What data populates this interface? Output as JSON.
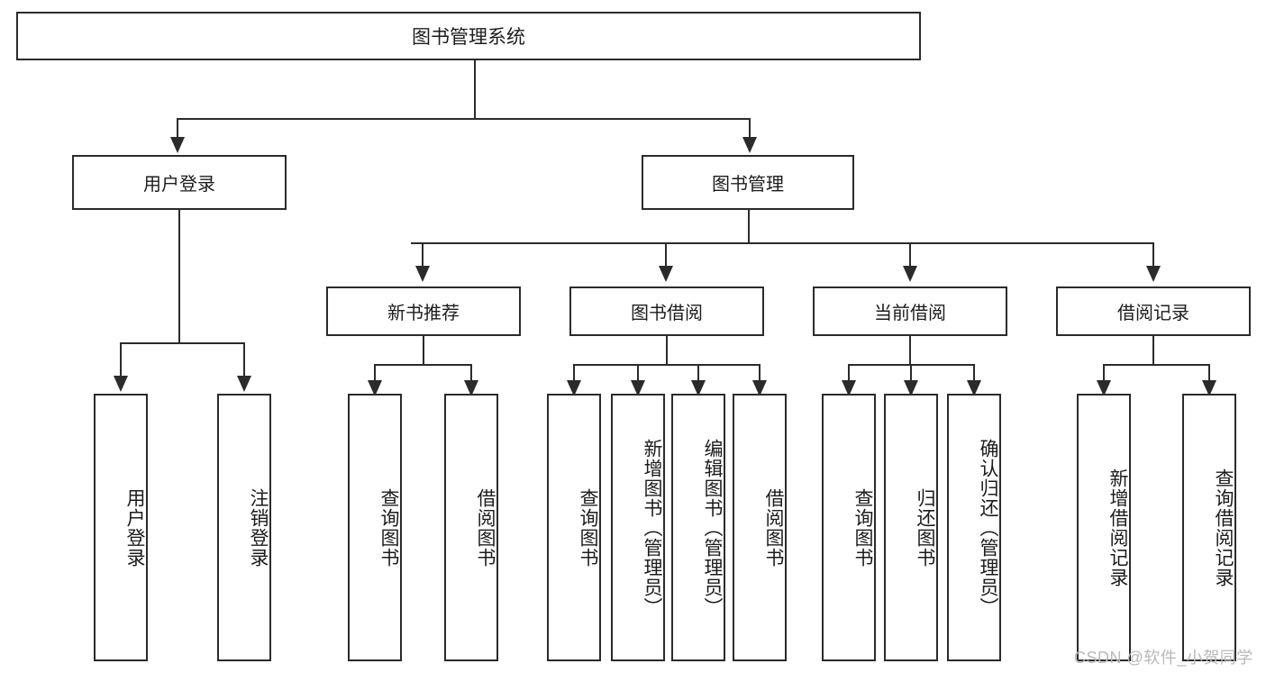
{
  "diagram": {
    "title_node": {
      "label": "图书管理系统"
    },
    "level1": [
      {
        "label": "用户登录"
      },
      {
        "label": "图书管理"
      }
    ],
    "level2": [
      {
        "label": "新书推荐"
      },
      {
        "label": "图书借阅"
      },
      {
        "label": "当前借阅"
      },
      {
        "label": "借阅记录"
      }
    ],
    "leaves": {
      "user_login": [
        {
          "label": "用户登录"
        },
        {
          "label": "注销登录"
        }
      ],
      "new_book_recommend": [
        {
          "label": "查询图书"
        },
        {
          "label": "借阅图书"
        }
      ],
      "book_borrow": [
        {
          "label": "查询图书"
        },
        {
          "label": "新增图书（管理员）"
        },
        {
          "label": "编辑图书（管理员）"
        },
        {
          "label": "借阅图书"
        }
      ],
      "current_borrow": [
        {
          "label": "查询图书"
        },
        {
          "label": "归还图书"
        },
        {
          "label": "确认归还（管理员）"
        }
      ],
      "borrow_record": [
        {
          "label": "新增借阅记录"
        },
        {
          "label": "查询借阅记录"
        }
      ]
    }
  },
  "watermark": {
    "text": "CSDN @软件_小贺同学"
  },
  "colors": {
    "line": "#2b2b2b",
    "box_fill": "#ffffff",
    "text": "#1c1c1c",
    "watermark": "#b9b9b9"
  }
}
